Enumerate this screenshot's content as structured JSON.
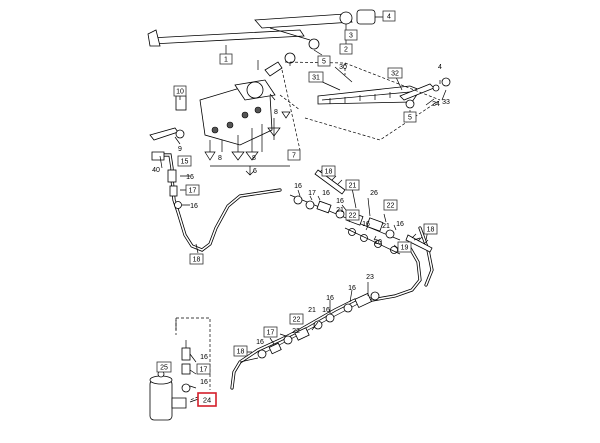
{
  "diagram": {
    "highlighted_label": "24",
    "labels": {
      "l1": "1",
      "l2": "2",
      "l3": "3",
      "l4": "4",
      "l5": "5",
      "l6": "6",
      "l7": "7",
      "l8a": "8",
      "l8b": "8",
      "l8c": "8",
      "l9": "9",
      "l10": "10",
      "l15": "15",
      "l16a": "16",
      "l16b": "16",
      "l16c": "16",
      "l16d": "16",
      "l16e": "16",
      "l16f": "16",
      "l16g": "16",
      "l16h": "16",
      "l16i": "16",
      "l16j": "16",
      "l16k": "16",
      "l17a": "17",
      "l17b": "17",
      "l17c": "17",
      "l17d": "17",
      "l18a": "18",
      "l18b": "18",
      "l18c": "18",
      "l18d": "18",
      "l19": "19",
      "l20": "20",
      "l21a": "21",
      "l21b": "21",
      "l21c": "21",
      "l21d": "21",
      "l22a": "22",
      "l22b": "22",
      "l22c": "22",
      "l22d": "22",
      "l23": "23",
      "l24": "24",
      "l25": "25",
      "l26": "26",
      "l30": "30",
      "l31": "31",
      "l32": "32",
      "l33": "33",
      "l34": "34",
      "l40": "40"
    }
  }
}
